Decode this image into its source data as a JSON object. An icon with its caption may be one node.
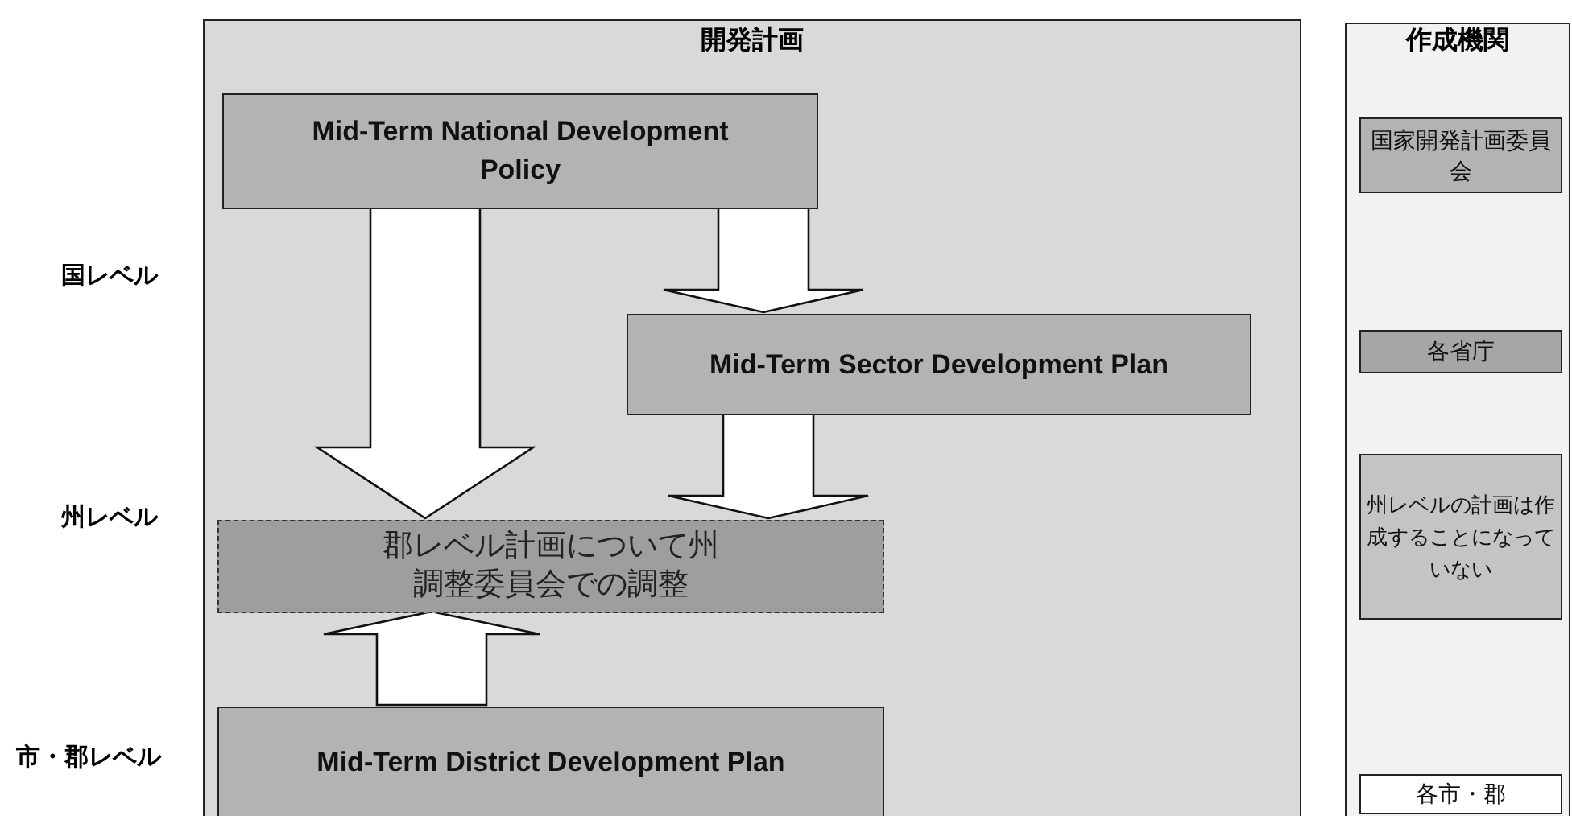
{
  "diagram": {
    "nodes": [
      {
        "text": [
          "開発計画"
        ]
      },
      {
        "text": [
          "Mid-Term National Development Policy"
        ],
        "in": 0
      },
      {
        "text": [
          "Mid-Term Sector Development Plan"
        ],
        "in": 0
      },
      {
        "text": [
          "郡レベル計画について州調整委員会での調整"
        ],
        "in": 0
      },
      {
        "text": [
          "Mid-Term District Development Plan"
        ],
        "in": 0
      },
      {
        "text": [
          "作成機関"
        ]
      },
      {
        "text": [
          "国家開発計画委員会"
        ],
        "in": 5
      },
      {
        "text": [
          "各省庁"
        ],
        "in": 5
      },
      {
        "text": [
          "州レベルの計画は作成することになっていない"
        ],
        "in": 5
      },
      {
        "text": [
          "各市・郡"
        ],
        "in": 5
      }
    ],
    "edges": [
      {
        "from": 1,
        "to": 3,
        "arrow": "to"
      },
      {
        "from": 1,
        "to": 2,
        "arrow": "to"
      },
      {
        "from": 2,
        "to": 3,
        "arrow": "to"
      },
      {
        "from": 4,
        "to": 3,
        "arrow": "to"
      }
    ],
    "labels": [
      "国レベル",
      "州レベル",
      "市・郡レベル"
    ]
  }
}
